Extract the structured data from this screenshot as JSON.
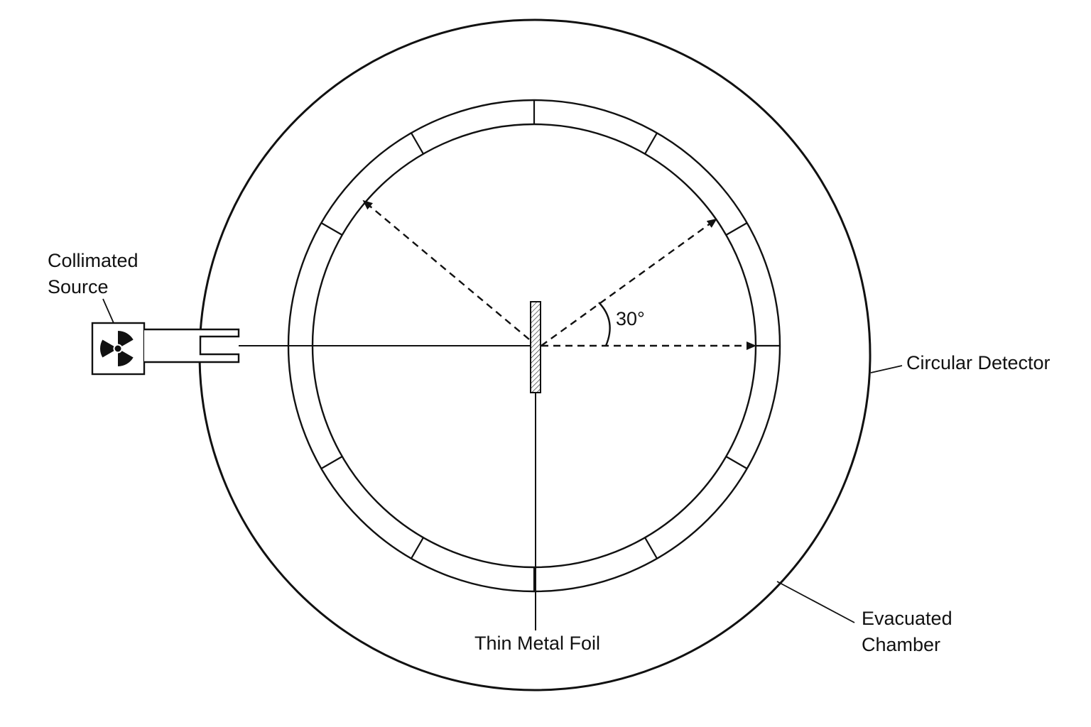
{
  "labels": {
    "source_line1": "Collimated",
    "source_line2": "Source",
    "angle": "30°",
    "detector": "Circular Detector",
    "chamber_line1": "Evacuated",
    "chamber_line2": "Chamber",
    "foil": "Thin Metal Foil"
  },
  "colors": {
    "line": "#111111",
    "background": "#ffffff",
    "foil_hatch": "#111111"
  },
  "icons": {
    "source_symbol": "radiation-trefoil-icon"
  },
  "scattering_angle_deg": 30
}
